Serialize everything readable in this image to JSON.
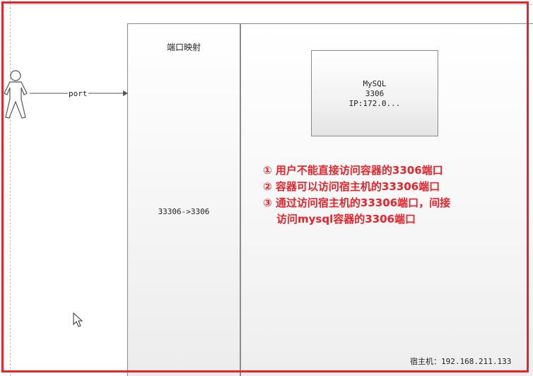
{
  "diagram": {
    "mapping_title": "端口映射",
    "mapping_rule": "33306->3306",
    "connector_label": "port",
    "container": {
      "line1": "MySQL",
      "line2": "3306",
      "line3": "IP:172.0..."
    },
    "notes": [
      "① 用户不能直接访问容器的3306端口",
      "② 容器可以访问宿主机的33306端口",
      "③ 通过访问宿主机的33306端口，间接",
      "访问mysql容器的3306端口"
    ],
    "host_label": "宿主机：192.168.211.133",
    "colors": {
      "annotation": "#e8232a",
      "frame": "#e8232a",
      "box_border": "#8a8a8a"
    },
    "icons": {
      "user": "user-figure-icon",
      "cursor": "mouse-pointer-icon"
    }
  }
}
